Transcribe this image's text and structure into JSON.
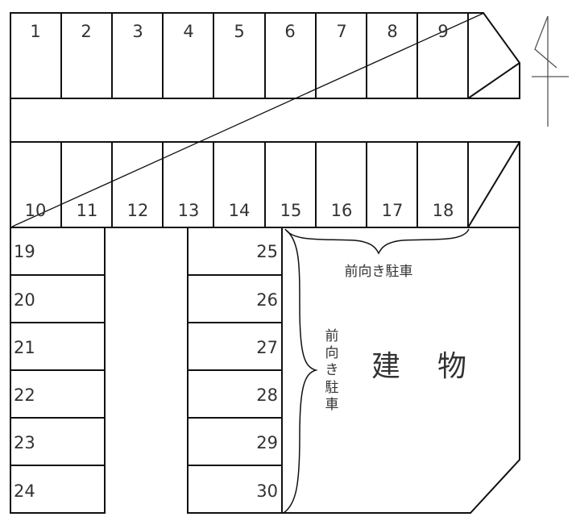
{
  "diagram": {
    "title": "parking-layout",
    "top_row": [
      "1",
      "2",
      "3",
      "4",
      "5",
      "6",
      "7",
      "8",
      "9"
    ],
    "second_row": [
      "10",
      "11",
      "12",
      "13",
      "14",
      "15",
      "16",
      "17",
      "18"
    ],
    "left_column": [
      "19",
      "20",
      "21",
      "22",
      "23",
      "24"
    ],
    "middle_column": [
      "25",
      "26",
      "27",
      "28",
      "29",
      "30"
    ],
    "annotations": {
      "horizontal_label": "前向き駐車",
      "vertical_label": [
        "前",
        "向",
        "き",
        "駐",
        "車"
      ],
      "building_label_1": "建",
      "building_label_2": "物"
    },
    "north_arrow": "north-arrow"
  }
}
